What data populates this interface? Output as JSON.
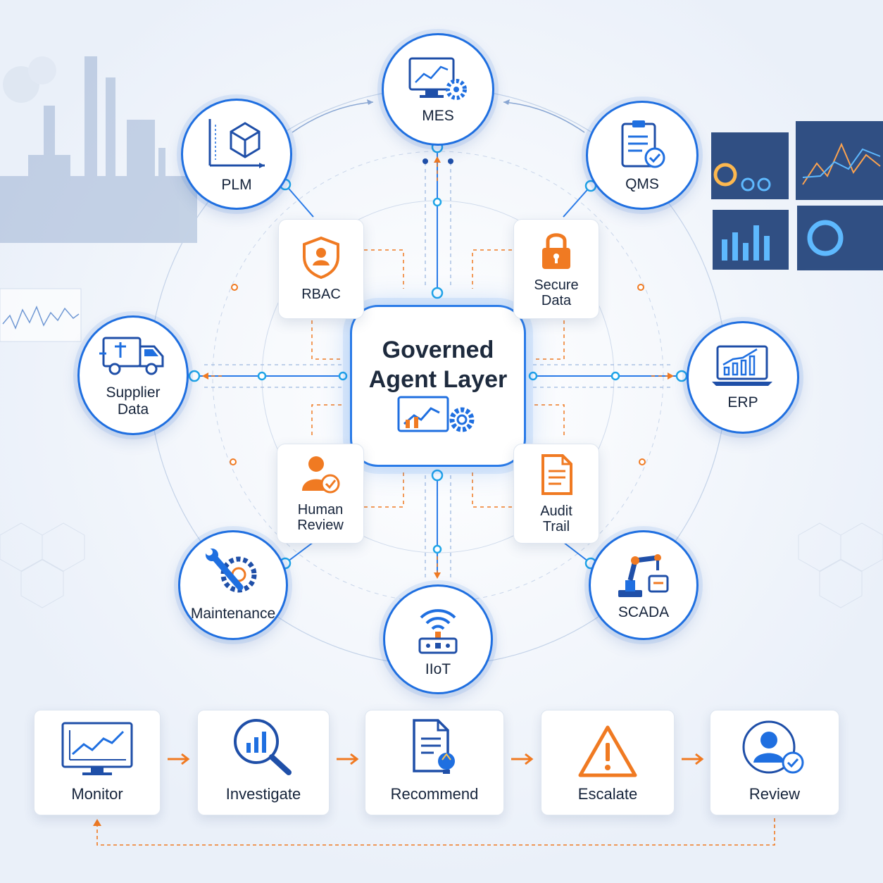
{
  "center": {
    "title": "Governed\nAgent Layer",
    "icon": "dashboard-gear-icon"
  },
  "systems": [
    {
      "label": "MES",
      "icon": "monitor-gear-icon"
    },
    {
      "label": "QMS",
      "icon": "clipboard-check-icon"
    },
    {
      "label": "ERP",
      "icon": "laptop-chart-icon"
    },
    {
      "label": "SCADA",
      "icon": "robot-arm-icon"
    },
    {
      "label": "IIoT",
      "icon": "wifi-sensor-icon"
    },
    {
      "label": "Maintenance",
      "icon": "wrench-gear-icon"
    },
    {
      "label": "Supplier\nData",
      "icon": "truck-icon"
    },
    {
      "label": "PLM",
      "icon": "cube-blueprint-icon"
    }
  ],
  "controls": [
    {
      "label": "RBAC",
      "icon": "shield-user-icon"
    },
    {
      "label": "Secure\nData",
      "icon": "padlock-icon"
    },
    {
      "label": "Human\nReview",
      "icon": "user-check-icon"
    },
    {
      "label": "Audit\nTrail",
      "icon": "document-icon"
    }
  ],
  "workflow": [
    {
      "label": "Monitor",
      "icon": "monitor-chart-icon"
    },
    {
      "label": "Investigate",
      "icon": "magnifier-chart-icon"
    },
    {
      "label": "Recommend",
      "icon": "document-bulb-icon"
    },
    {
      "label": "Escalate",
      "icon": "warning-icon"
    },
    {
      "label": "Review",
      "icon": "user-check-circle-icon"
    }
  ],
  "colors": {
    "primary": "#1f6fe0",
    "accent": "#f07a22",
    "text": "#172233"
  }
}
